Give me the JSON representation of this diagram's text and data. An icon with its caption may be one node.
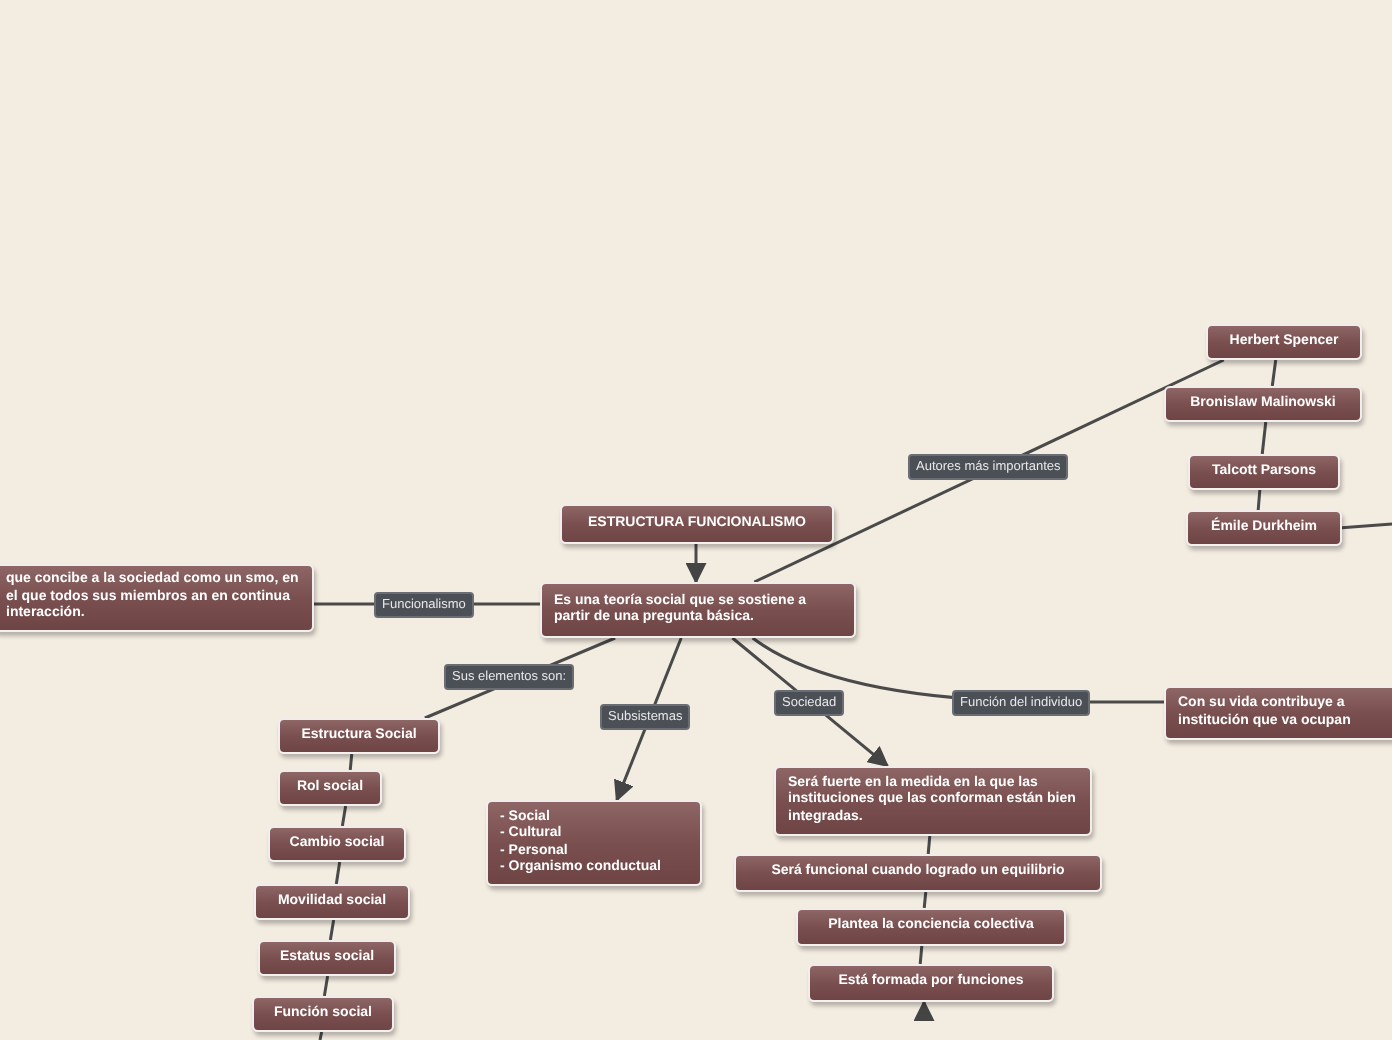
{
  "diagram": {
    "nodes": [
      {
        "text": [
          "ESTRUCTURA FUNCIONALISMO"
        ]
      },
      {
        "text": [
          "Es una teoría social que se sostiene a partir de una pregunta básica."
        ]
      },
      {
        "text": [
          "que concibe a la sociedad como un smo, en el que todos sus miembros an en continua interacción."
        ]
      },
      {
        "text": [
          "Herbert Spencer"
        ]
      },
      {
        "text": [
          "Bronislaw Malinowski"
        ]
      },
      {
        "text": [
          "Talcott Parsons"
        ]
      },
      {
        "text": [
          "Émile Durkheim"
        ]
      },
      {
        "text": [
          "Con su vida contribuye a institución que va ocupan"
        ]
      },
      {
        "text": [
          "Estructura Social"
        ]
      },
      {
        "text": [
          "Rol social"
        ]
      },
      {
        "text": [
          "Cambio social"
        ]
      },
      {
        "text": [
          "Movilidad social"
        ]
      },
      {
        "text": [
          "Estatus social"
        ]
      },
      {
        "text": [
          "Función social"
        ]
      },
      {
        "text": [
          "- Social",
          "- Cultural",
          "- Personal",
          "- Organismo conductual"
        ]
      },
      {
        "text": [
          "Será fuerte en la medida en la que las instituciones que las conforman están bien integradas."
        ]
      },
      {
        "text": [
          "Será funcional cuando logrado un equilibrio"
        ]
      },
      {
        "text": [
          "Plantea la conciencia colectiva"
        ]
      },
      {
        "text": [
          "Está formada por funciones"
        ]
      }
    ],
    "edges": [
      {
        "from": 0,
        "to": 1,
        "arrow": "to"
      },
      {
        "from": 1,
        "to": 2,
        "arrow": "none",
        "label": "Funcionalismo"
      },
      {
        "from": 1,
        "to": 3,
        "arrow": "none",
        "label": "Autores más importantes"
      },
      {
        "from": 3,
        "to": 4,
        "arrow": "none"
      },
      {
        "from": 4,
        "to": 5,
        "arrow": "none"
      },
      {
        "from": 5,
        "to": 6,
        "arrow": "none"
      },
      {
        "from": 6,
        "to": null,
        "arrow": "none"
      },
      {
        "from": 1,
        "to": 8,
        "arrow": "none",
        "label": "Sus elementos son:"
      },
      {
        "from": 8,
        "to": 9,
        "arrow": "none"
      },
      {
        "from": 9,
        "to": 10,
        "arrow": "none"
      },
      {
        "from": 10,
        "to": 11,
        "arrow": "none"
      },
      {
        "from": 11,
        "to": 12,
        "arrow": "none"
      },
      {
        "from": 12,
        "to": 13,
        "arrow": "none"
      },
      {
        "from": 13,
        "to": null,
        "arrow": "none"
      },
      {
        "from": 1,
        "to": 14,
        "arrow": "to",
        "label": "Subsistemas"
      },
      {
        "from": 1,
        "to": 15,
        "arrow": "to",
        "label": "Sociedad"
      },
      {
        "from": 1,
        "to": 7,
        "arrow": "none",
        "label": "Función del individuo"
      },
      {
        "from": 15,
        "to": 16,
        "arrow": "none"
      },
      {
        "from": 16,
        "to": 17,
        "arrow": "none"
      },
      {
        "from": 17,
        "to": 18,
        "arrow": "none"
      },
      {
        "from": null,
        "to": 18,
        "arrow": "to"
      }
    ]
  }
}
